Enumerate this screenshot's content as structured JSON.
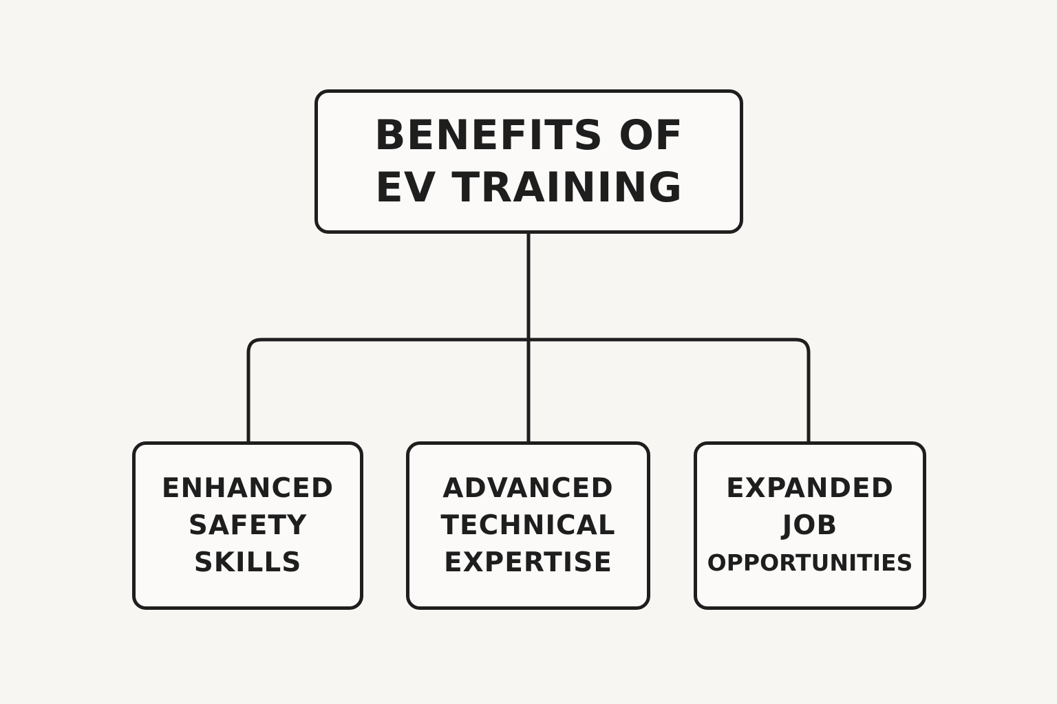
{
  "diagram": {
    "root": {
      "lines": [
        "BENEFITS OF",
        "EV TRAINING"
      ]
    },
    "children": [
      {
        "lines": [
          "ENHANCED",
          "SAFETY",
          "SKILLS"
        ]
      },
      {
        "lines": [
          "ADVANCED",
          "TECHNICAL",
          "EXPERTISE"
        ]
      },
      {
        "lines": [
          "EXPANDED",
          "JOB",
          "OPPORTUNITIES"
        ]
      }
    ]
  },
  "colors": {
    "background": "#f8f6f3",
    "stroke": "#1e1e1e",
    "box_fill": "#fbfaf8"
  }
}
